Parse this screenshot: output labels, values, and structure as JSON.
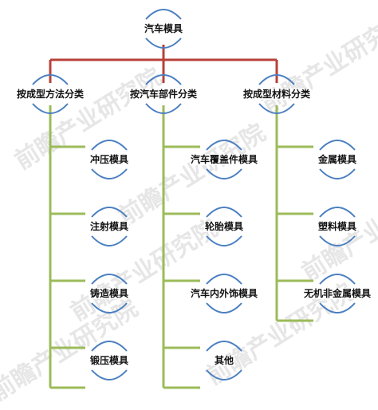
{
  "colors": {
    "root_connector": "#b8413a",
    "branch_connector": "#9bbb59",
    "node_arc": "#4a7fc1",
    "watermark": "#e6e6e6"
  },
  "diagram": {
    "root": {
      "label": "汽车模具"
    },
    "categories": [
      {
        "label": "按成型方法分类",
        "children": [
          "冲压模具",
          "注射模具",
          "铸造模具",
          "锻压模具"
        ]
      },
      {
        "label": "按汽车部件分类",
        "children": [
          "汽车覆盖件模具",
          "轮胎模具",
          "汽车内外饰模具",
          "其他"
        ]
      },
      {
        "label": "按成型材料分类",
        "children": [
          "金属模具",
          "塑料模具",
          "无机非金属模具"
        ]
      }
    ]
  },
  "watermark": {
    "text": "前瞻产业研究院"
  }
}
